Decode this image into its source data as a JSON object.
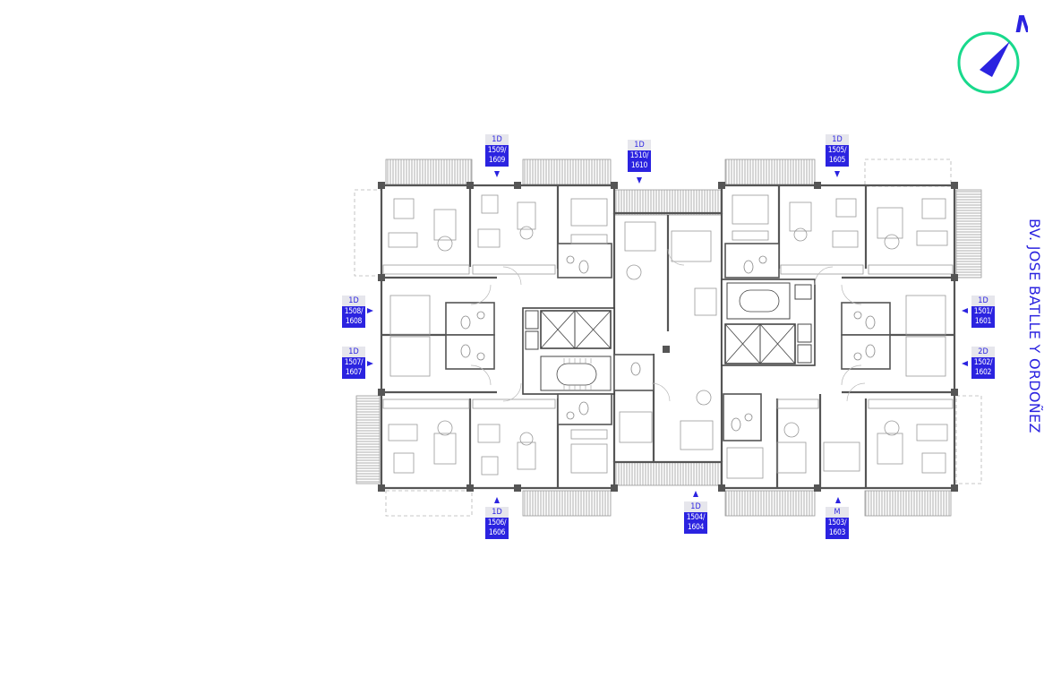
{
  "street_label": "BV. JOSE BATLLE Y ORDOÑEZ",
  "compass": {
    "letter": "N",
    "ring_color": "#19d98c",
    "needle_color": "#2b23e0",
    "icon": "north-arrow-icon"
  },
  "colors": {
    "accent": "#2b23e0",
    "wall": "#555555",
    "line": "#9a9a9a",
    "tag_bg": "#e6e6ec"
  },
  "units": [
    {
      "id": "u1509",
      "type": "1D",
      "number": "1509/\n1609"
    },
    {
      "id": "u1510",
      "type": "1D",
      "number": "1510/\n1610"
    },
    {
      "id": "u1505",
      "type": "1D",
      "number": "1505/\n1605"
    },
    {
      "id": "u1508",
      "type": "1D",
      "number": "1508/\n1608"
    },
    {
      "id": "u1507",
      "type": "1D",
      "number": "1507/\n1607"
    },
    {
      "id": "u1501",
      "type": "1D",
      "number": "1501/\n1601"
    },
    {
      "id": "u1502",
      "type": "2D",
      "number": "1502/\n1602"
    },
    {
      "id": "u1506",
      "type": "1D",
      "number": "1506/\n1606"
    },
    {
      "id": "u1504",
      "type": "1D",
      "number": "1504/\n1604"
    },
    {
      "id": "u1503",
      "type": "M",
      "number": "1503/\n1603"
    }
  ]
}
